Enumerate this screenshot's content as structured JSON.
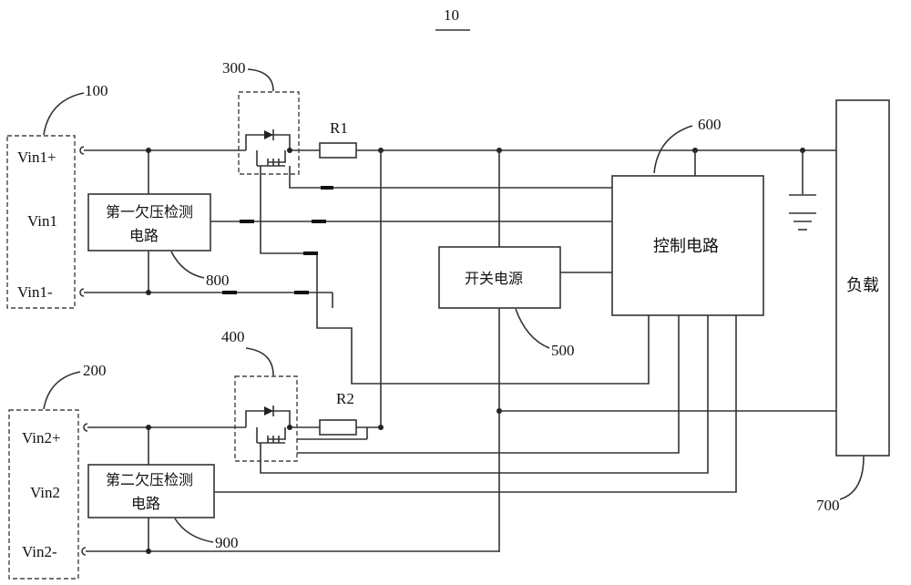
{
  "figure": {
    "number": "10"
  },
  "ports": {
    "input1": {
      "pos": "Vin1+",
      "name": "Vin1",
      "neg": "Vin1-"
    },
    "input2": {
      "pos": "Vin2+",
      "name": "Vin2",
      "neg": "Vin2-"
    }
  },
  "blocks": {
    "uv_detect_1": {
      "line1": "第一欠压检测",
      "line2": "电路"
    },
    "uv_detect_2": {
      "line1": "第二欠压检测",
      "line2": "电路"
    },
    "switch_psu": "开关电源",
    "control": "控制电路",
    "load": "负载"
  },
  "components": {
    "resistor1": "R1",
    "resistor2": "R2"
  },
  "callouts": {
    "c100": "100",
    "c200": "200",
    "c300": "300",
    "c400": "400",
    "c500": "500",
    "c600": "600",
    "c700": "700",
    "c800": "800",
    "c900": "900"
  }
}
